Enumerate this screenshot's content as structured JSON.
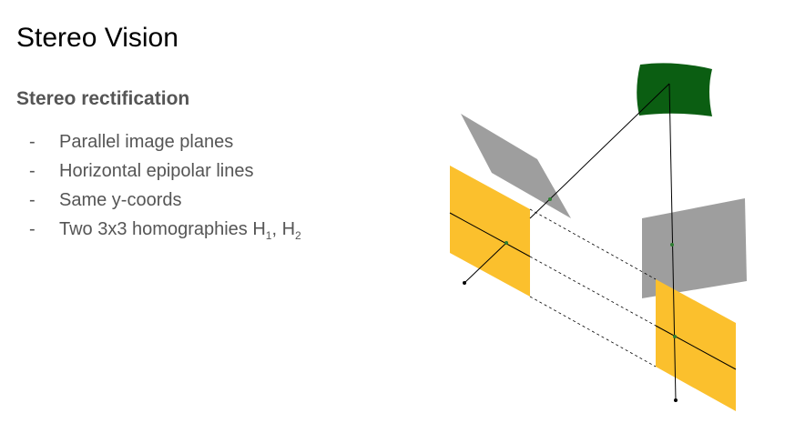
{
  "slide": {
    "title": "Stereo Vision",
    "subtitle": "Stereo rectification",
    "bullet_marker": "-",
    "bullets": [
      {
        "text": "Parallel image planes"
      },
      {
        "text": "Horizontal epipolar lines"
      },
      {
        "text": "Same y-coords"
      },
      {
        "text": "Two 3x3 homographies H",
        "sub1": "1",
        "sep": ", H",
        "sub2": "2"
      }
    ]
  },
  "colors": {
    "rectified_plane": "#FBC02D",
    "original_plane": "#9E9E9E",
    "object": "#0B5E12",
    "point": "#2E7D32",
    "line": "#000000"
  }
}
